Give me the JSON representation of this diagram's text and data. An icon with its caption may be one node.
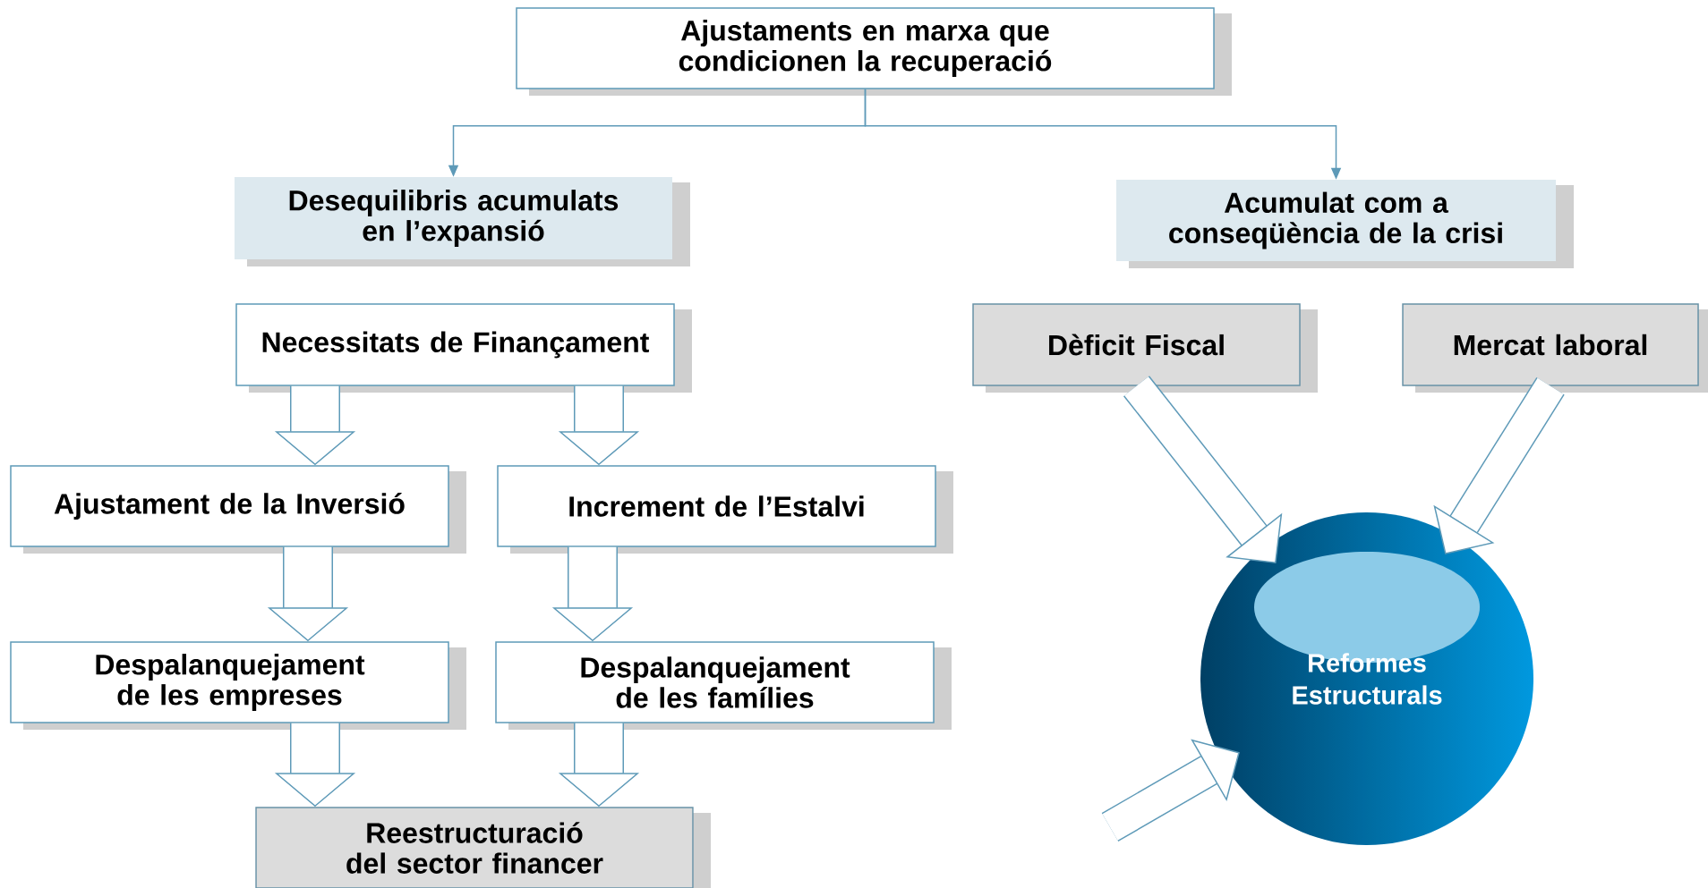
{
  "diagram": {
    "nodes": [
      {
        "text": [
          "Ajustaments en marxa que condicionen la recuperació"
        ]
      },
      {
        "text": [
          "Desequilibris acumulats en l’expansió"
        ]
      },
      {
        "text": [
          "Acumulat com a conseqüència de la crisi"
        ]
      },
      {
        "text": [
          "Necessitats de Finançament"
        ]
      },
      {
        "text": [
          "Dèficit Fiscal"
        ]
      },
      {
        "text": [
          "Mercat laboral"
        ]
      },
      {
        "text": [
          "Ajustament de la Inversió"
        ]
      },
      {
        "text": [
          "Increment de l’Estalvi"
        ]
      },
      {
        "text": [
          "Despalanquejament de les empreses"
        ]
      },
      {
        "text": [
          "Despalanquejament de les famílies"
        ]
      },
      {
        "text": [
          "Reestructuració del sector financer"
        ]
      },
      {
        "text": [
          "Reformes Estructurals"
        ]
      }
    ],
    "edges": [
      {
        "from": 0,
        "to": 1,
        "arrow": "to"
      },
      {
        "from": 0,
        "to": 2,
        "arrow": "to"
      },
      {
        "from": 3,
        "to": 6,
        "arrow": "to"
      },
      {
        "from": 3,
        "to": 7,
        "arrow": "to"
      },
      {
        "from": 6,
        "to": 8,
        "arrow": "to"
      },
      {
        "from": 7,
        "to": 9,
        "arrow": "to"
      },
      {
        "from": 8,
        "to": 10,
        "arrow": "to"
      },
      {
        "from": 9,
        "to": 10,
        "arrow": "to"
      },
      {
        "from": 4,
        "to": 11,
        "arrow": "to"
      },
      {
        "from": 5,
        "to": 11,
        "arrow": "to"
      },
      {
        "from": null,
        "to": 11,
        "arrow": "to"
      }
    ]
  }
}
